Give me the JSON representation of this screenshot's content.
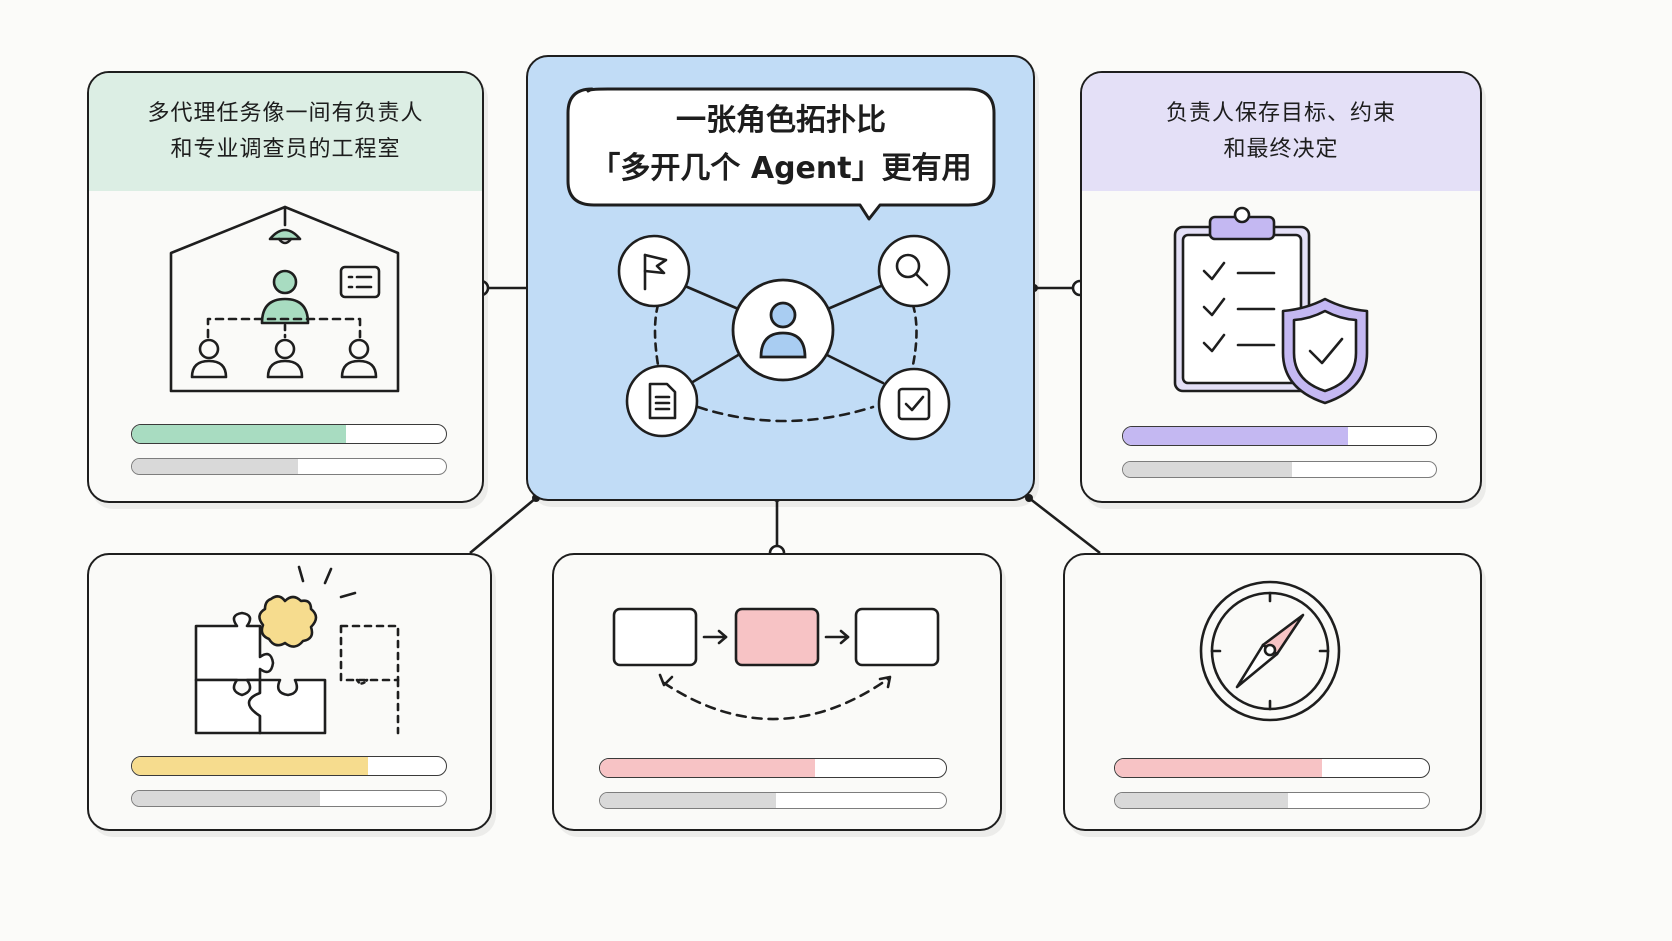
{
  "center": {
    "title_line1": "一张角色拓扑比",
    "title_line2": "「多开几个 Agent」更有用",
    "nodes": [
      "flag-icon",
      "search-icon",
      "user-icon",
      "document-icon",
      "check-icon"
    ]
  },
  "cards": {
    "top_left": {
      "header_line1": "多代理任务像一间有负责人",
      "header_line2": "和专业调查员的工程室",
      "header_color": "#dceee4",
      "icon": "team-building-icon",
      "bar_color": "#a8dcc1",
      "bar_progress": 0.68,
      "gray_progress": 0.53
    },
    "top_right": {
      "header_line1": "负责人保存目标、约束",
      "header_line2": "和最终决定",
      "header_color": "#e4e0f7",
      "icon": "clipboard-shield-icon",
      "bar_color": "#c4b8f2",
      "bar_progress": 0.72,
      "gray_progress": 0.54
    },
    "bottom_left": {
      "icon": "puzzle-icon",
      "bar_color": "#f6dc8e",
      "bar_progress": 0.75,
      "gray_progress": 0.6
    },
    "bottom_center": {
      "icon": "workflow-icon",
      "bar_color": "#f7c3c5",
      "bar_progress": 0.62,
      "gray_progress": 0.51
    },
    "bottom_right": {
      "icon": "compass-icon",
      "bar_color": "#f7c3c5",
      "bar_progress": 0.66,
      "gray_progress": 0.55
    }
  },
  "colors": {
    "center_bg": "#c1dcf6",
    "outline": "#1e1e1e",
    "gray_fill": "#d9d9d9",
    "accent_green": "#a8dcc1",
    "accent_purple": "#c4b8f2",
    "accent_yellow": "#f6dc8e",
    "accent_pink": "#f7c3c5",
    "accent_blue": "#a9cdf2"
  }
}
